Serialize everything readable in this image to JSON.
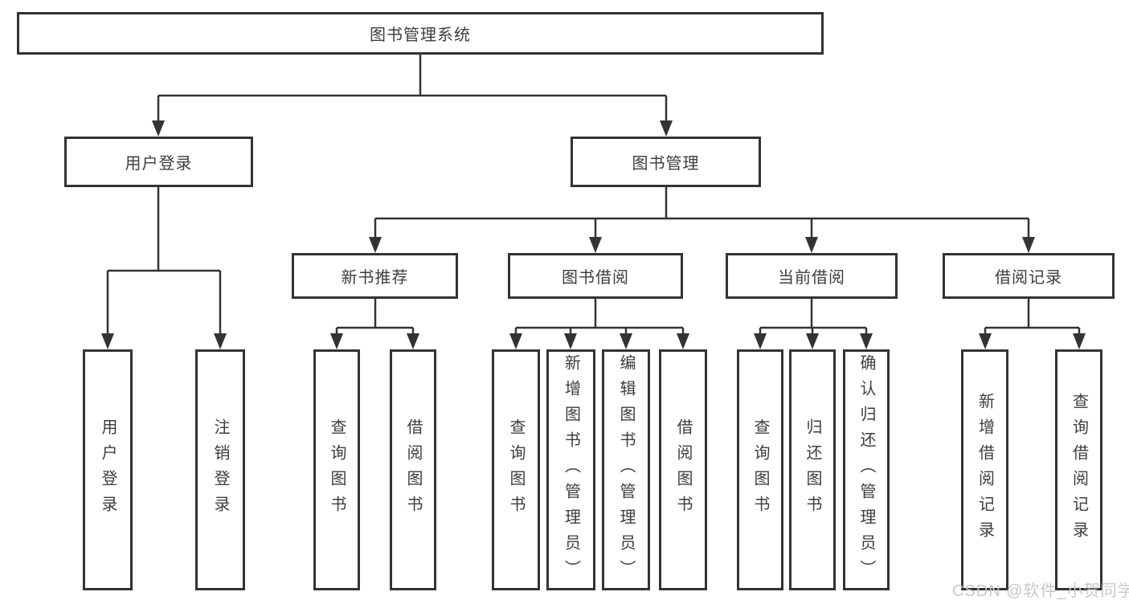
{
  "diagram_title": "图书管理系统",
  "colors": {
    "line": "#333333",
    "text": "#3d3d3d",
    "watermark": "#c8c8c8",
    "background": "#ffffff"
  },
  "watermark": "CSDN @软件_小贺同学",
  "tree": {
    "root": {
      "label": "图书管理系统",
      "children": [
        {
          "label": "用户登录",
          "children": [
            {
              "label": "用户登录"
            },
            {
              "label": "注销登录"
            }
          ]
        },
        {
          "label": "图书管理",
          "children": [
            {
              "label": "新书推荐",
              "children": [
                {
                  "label": "查询图书"
                },
                {
                  "label": "借阅图书"
                }
              ]
            },
            {
              "label": "图书借阅",
              "children": [
                {
                  "label": "查询图书"
                },
                {
                  "label": "新增图书（管理员）"
                },
                {
                  "label": "编辑图书（管理员）"
                },
                {
                  "label": "借阅图书"
                }
              ]
            },
            {
              "label": "当前借阅",
              "children": [
                {
                  "label": "查询图书"
                },
                {
                  "label": "归还图书"
                },
                {
                  "label": "确认归还（管理员）"
                }
              ]
            },
            {
              "label": "借阅记录",
              "children": [
                {
                  "label": "新增借阅记录"
                },
                {
                  "label": "查询借阅记录"
                }
              ]
            }
          ]
        }
      ]
    }
  }
}
